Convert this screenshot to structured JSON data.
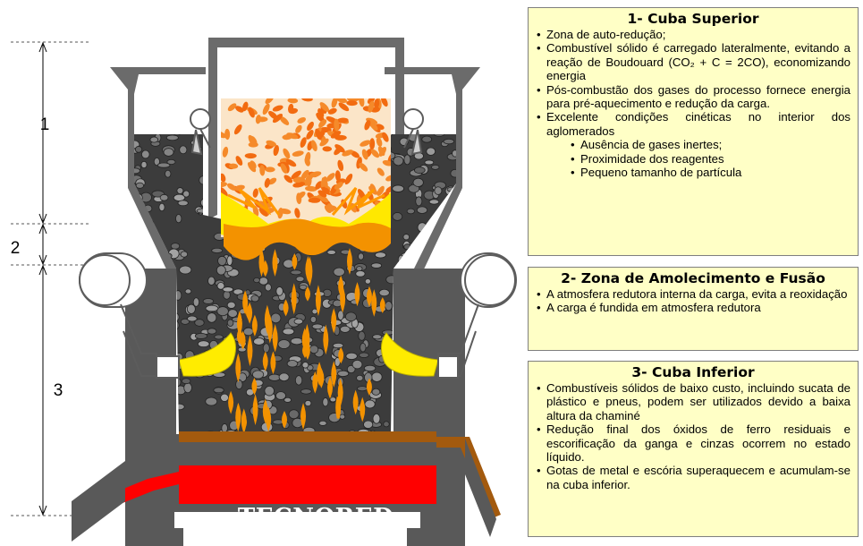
{
  "zone_labels": [
    "1",
    "2",
    "3"
  ],
  "brand": "TECNORED",
  "panels": [
    {
      "title": "1- Cuba Superior",
      "bullets": [
        "Zona de auto-redução;",
        "Combustível sólido é carregado lateralmente, evitando a reação de Boudouard (CO₂ + C = 2CO), economizando energia",
        "Pós-combustão dos gases do processo fornece energia para pré-aquecimento e redução da carga.",
        "Excelente condições cinéticas no interior dos aglomerados"
      ],
      "sub_bullets": [
        "Ausência de gases inertes;",
        "Proximidade dos reagentes",
        "Pequeno tamanho de partícula"
      ]
    },
    {
      "title": "2- Zona de Amolecimento e Fusão",
      "bullets": [
        "A atmosfera redutora interna da carga, evita a reoxidação",
        "A carga é fundida em atmosfera redutora"
      ]
    },
    {
      "title": "3- Cuba Inferior",
      "bullets": [
        "Combustíveis sólidos de baixo custo, incluindo sucata de plástico e pneus, podem ser utilizados devido a baixa altura da chaminé",
        "Redução final dos óxidos de ferro residuais e escorificação da ganga e cinzas ocorrem no estado líquido.",
        "Gotas de metal e escória superaquecem e acumulam-se na cuba inferior."
      ]
    }
  ],
  "colors": {
    "furnace": "#595959",
    "panel_fill": "#ffffc6",
    "pellet": "#f26b10",
    "flame": "#ffe800",
    "hot_metal": "#ff0000",
    "slag": "#a35a0e",
    "coal": "#454545"
  }
}
